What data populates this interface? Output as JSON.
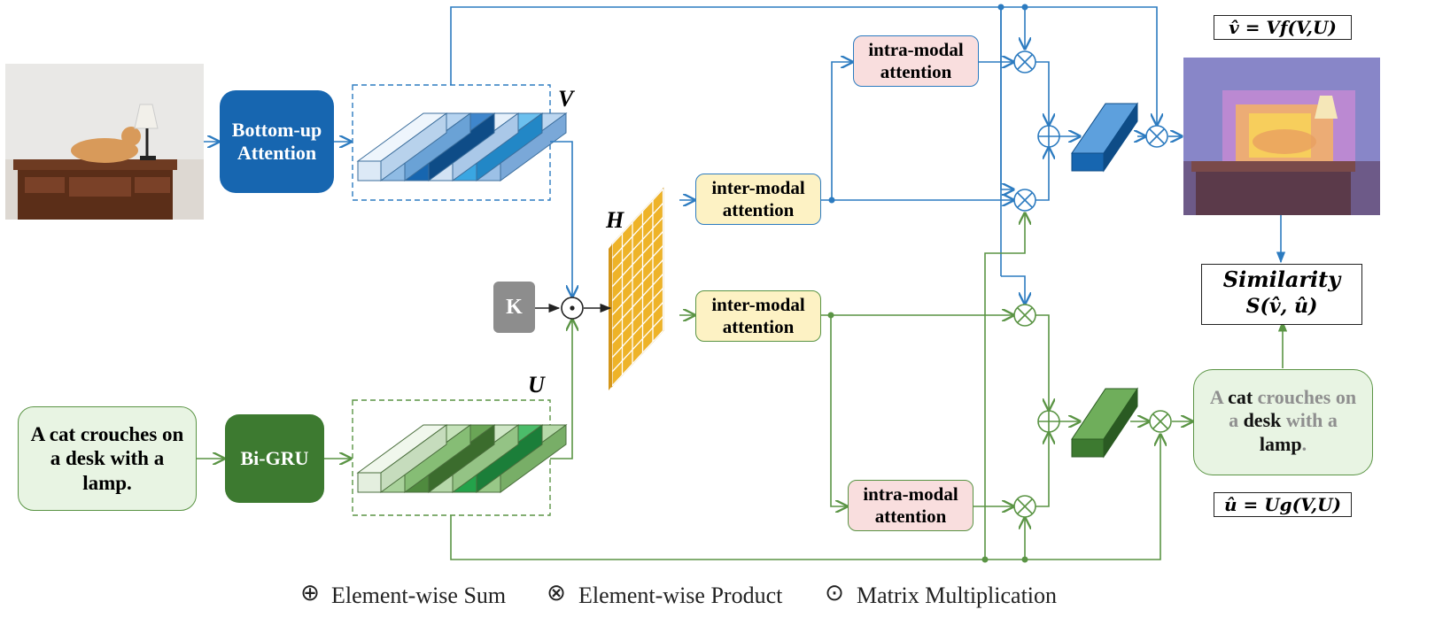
{
  "boxes": {
    "bottom_up": "Bottom-up Attention",
    "bigru": "Bi-GRU",
    "k": "K",
    "intra_top": "intra-modal attention",
    "inter_top": "inter-modal attention",
    "inter_bot": "inter-modal attention",
    "intra_bot": "intra-modal attention"
  },
  "caption_input": "A cat crouches on a desk with a lamp.",
  "caption_output": {
    "words": [
      "A ",
      "cat",
      " crouches on a ",
      "desk",
      " with a ",
      "lamp",
      "."
    ],
    "emphasis": [
      false,
      true,
      false,
      true,
      false,
      true,
      false
    ]
  },
  "labels": {
    "V": "V",
    "U": "U",
    "H": "H"
  },
  "similarity": {
    "title": "Similarity",
    "formula": "S(v̂, û)"
  },
  "formulas": {
    "v_hat": "v̂ = Vf(V,U)",
    "u_hat": "û = Ug(V,U)"
  },
  "legend": {
    "sum_symbol": "⊕",
    "sum_label": "Element-wise Sum",
    "product_symbol": "⊗",
    "product_label": "Element-wise Product",
    "matmul_symbol": "⊙",
    "matmul_label": "Matrix Multiplication"
  },
  "colors": {
    "blue": "#2c7bc0",
    "green": "#5a9444",
    "dark_blue": "#1766b0",
    "dark_green": "#3d7a30",
    "pink": "#f9dede",
    "yellow": "#fdf2c4",
    "light_green": "#e8f4e3",
    "grid_yellow": "#eeb328",
    "gray": "#8d8d8d"
  }
}
